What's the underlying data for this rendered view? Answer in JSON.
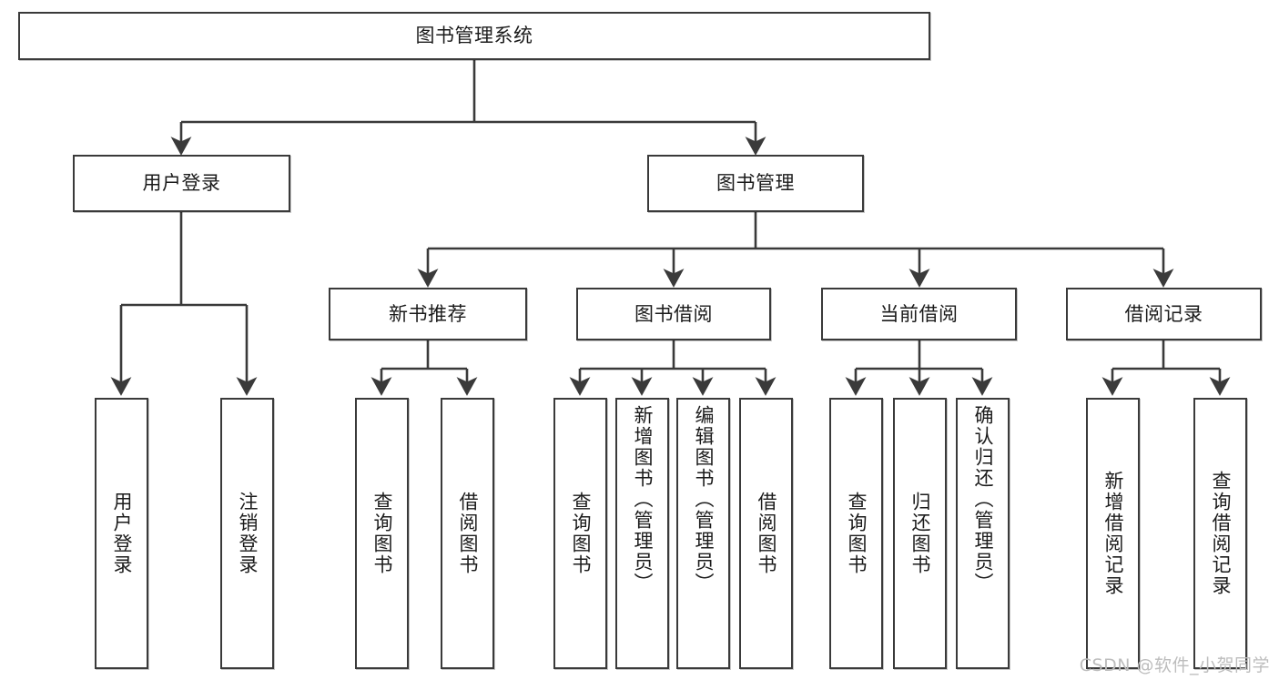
{
  "diagram": {
    "title": "图书管理系统",
    "type": "tree",
    "watermark": "CSDN @软件_小贺同学",
    "colors": {
      "box_border": "#3a3a3a",
      "box_fill": "#ffffff",
      "edge": "#3a3a3a",
      "text": "#1b1b1b",
      "watermark": "#bdbdbd"
    },
    "root": {
      "label": "图书管理系统"
    },
    "level1": [
      {
        "label": "用户登录"
      },
      {
        "label": "图书管理"
      }
    ],
    "level2": [
      {
        "label": "新书推荐"
      },
      {
        "label": "图书借阅"
      },
      {
        "label": "当前借阅"
      },
      {
        "label": "借阅记录"
      }
    ],
    "leaves": {
      "user_login": [
        {
          "label": "用户登录"
        },
        {
          "label": "注销登录"
        }
      ],
      "new_book": [
        {
          "label": "查询图书"
        },
        {
          "label": "借阅图书"
        }
      ],
      "book_borrow": [
        {
          "label": "查询图书"
        },
        {
          "label": "新增图书（管理员）"
        },
        {
          "label": "编辑图书（管理员）"
        },
        {
          "label": "借阅图书"
        }
      ],
      "current_borrow": [
        {
          "label": "查询图书"
        },
        {
          "label": "归还图书"
        },
        {
          "label": "确认归还（管理员）"
        }
      ],
      "borrow_record": [
        {
          "label": "新增借阅记录"
        },
        {
          "label": "查询借阅记录"
        }
      ]
    }
  }
}
